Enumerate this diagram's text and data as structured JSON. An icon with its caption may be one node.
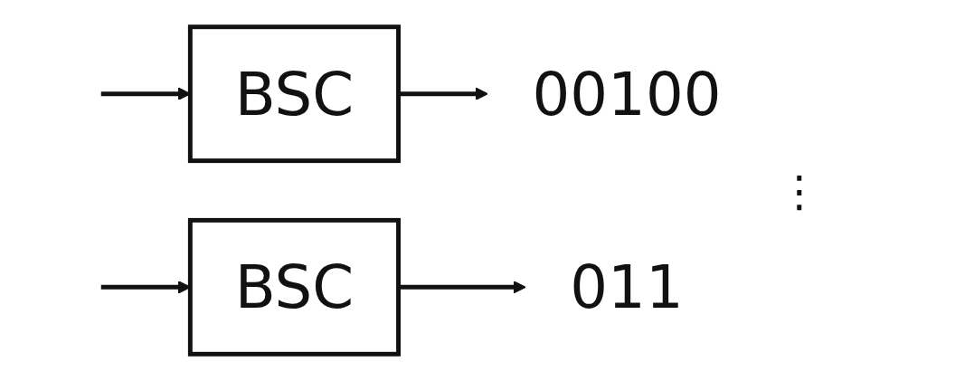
{
  "diagram": {
    "nodes": [
      {
        "text": [
          "BSC"
        ]
      },
      {
        "text": [
          "00100"
        ]
      },
      {
        "text": [
          "BSC"
        ]
      },
      {
        "text": [
          "011"
        ]
      }
    ],
    "edges": [
      {
        "from": null,
        "to": 0,
        "arrow": "to"
      },
      {
        "from": 0,
        "to": 1,
        "arrow": "to"
      },
      {
        "from": null,
        "to": 2,
        "arrow": "to"
      },
      {
        "from": 2,
        "to": 3,
        "arrow": "to"
      }
    ],
    "labels": [
      "⋮"
    ]
  }
}
